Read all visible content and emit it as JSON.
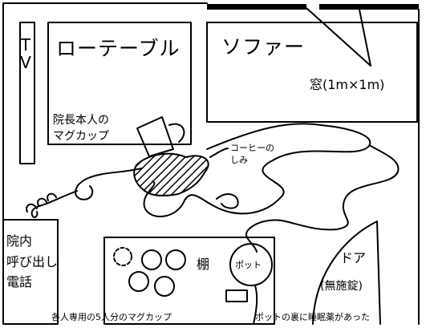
{
  "labels": {
    "tv": "TV",
    "low_table": "ローテーブル",
    "sofa": "ソファー",
    "window": "窓(1m×1m)",
    "director_mug": "院長本人の\nマグカップ",
    "coffee_stain": "コーヒーの\nしみ",
    "hospital_phone": "院内\n呼び出し\n電話",
    "shelf": "棚",
    "pot": "ポット",
    "door": "ドア",
    "door_lock": "(無施錠)",
    "mugs_caption": "各人専用の5人分のマグカップ",
    "pill_caption": "ポットの裏に睡眠薬があった"
  }
}
